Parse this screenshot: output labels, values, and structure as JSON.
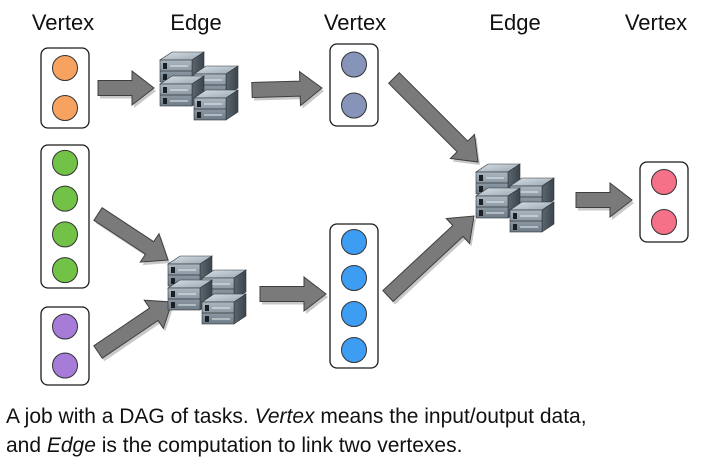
{
  "headers": [
    "Vertex",
    "Edge",
    "Vertex",
    "Edge",
    "Vertex"
  ],
  "colors": {
    "orange": "#f7a25f",
    "slate": "#8594b8",
    "green": "#72c247",
    "purple": "#a77cd8",
    "blue": "#3d9df2",
    "red": "#f47188",
    "arrow": "#7a7a7a",
    "box_border": "#1a1a1a"
  },
  "vertices": [
    {
      "id": "v-orange",
      "color": "orange",
      "count": 2
    },
    {
      "id": "v-slate",
      "color": "slate",
      "count": 2
    },
    {
      "id": "v-green",
      "color": "green",
      "count": 4
    },
    {
      "id": "v-purple",
      "color": "purple",
      "count": 2
    },
    {
      "id": "v-blue",
      "color": "blue",
      "count": 4
    },
    {
      "id": "v-red",
      "color": "red",
      "count": 2
    }
  ],
  "edges": [
    {
      "id": "edge-top",
      "icon": "server-cluster-icon"
    },
    {
      "id": "edge-bottom",
      "icon": "server-cluster-icon"
    },
    {
      "id": "edge-right",
      "icon": "server-cluster-icon"
    }
  ],
  "caption": {
    "line1_prefix": "A job with a DAG of tasks. ",
    "line1_em": "Vertex",
    "line1_suffix": " means the input/output data,",
    "line2_prefix": "and ",
    "line2_em": "Edge",
    "line2_suffix": " is the computation to link two vertexes."
  }
}
